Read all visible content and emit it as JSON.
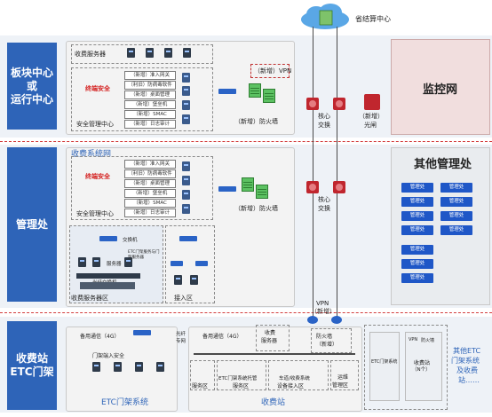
{
  "top": {
    "cloud_label": "省结算中心"
  },
  "rows": {
    "center": [
      "板块中心",
      "或",
      "运行中心"
    ],
    "admin": "管理处",
    "station": [
      "收费站",
      "ETC门架"
    ]
  },
  "center": {
    "server_label": "收费服务器",
    "terminal_security": "终端安全",
    "security_center": "安全管理中心",
    "items": [
      "（新增）准入网关",
      "（利旧）防病毒软件",
      "（新增）桌面管理",
      "（新增）堡垒机",
      "（新增）SMAC",
      "（新增）日志审计"
    ],
    "vpn": "（新增）VPN",
    "firewall": "（新增）防火墙",
    "core_switch": [
      "核心",
      "交换"
    ],
    "gate": [
      "（新增）",
      "光闸"
    ],
    "monitor_net": "监控网"
  },
  "admin": {
    "toll_net": "收费系统网",
    "terminal_security": "终端安全",
    "security_center": "安全管理中心",
    "items": [
      "（新增）准入网关",
      "（利旧）防病毒软件",
      "（新增）桌面管理",
      "（新增）堡垒机",
      "（新增）SMAC",
      "（新增）日志审计"
    ],
    "firewall": "（新增）防火墙",
    "core_switch": [
      "核心",
      "交换"
    ],
    "server_area": "收费服务器区",
    "access_area": "接入区",
    "server_tags": [
      "交换机",
      "服务器",
      "光纤交换机"
    ],
    "etc_tag": "ETC门架服务与门架服务器",
    "other_title": "其他管理处",
    "other_items": [
      "管理处",
      "管理处",
      "管理处",
      "管理处",
      "管理处",
      "管理处",
      "管理处",
      "管理处",
      "管理处",
      "管理处",
      "管理处"
    ]
  },
  "station": {
    "vpn": [
      "VPN",
      "（新增）"
    ],
    "comm_backup": "备用通信（4G）",
    "gate_security": "门架端入安全",
    "etc_area": "ETC门架系统",
    "fiber": [
      "光纤",
      "专网"
    ],
    "comm_backup2": "备用通信（4G）",
    "toll_server": [
      "收费",
      "服务器"
    ],
    "firewall": [
      "防火墙",
      "（新增）"
    ],
    "service_area": "服务区",
    "etc_service_area": [
      "ETC门架系统托管",
      "服务区"
    ],
    "device_access": [
      "车道/收费系统",
      "设备接入区"
    ],
    "ops_area": [
      "运维",
      "管理区"
    ],
    "station_label": "收费站",
    "etc_system": "ETC门架系统",
    "station_box": [
      "收费站",
      "（N个）"
    ],
    "vpn_fw": [
      "VPN",
      "防火墙"
    ],
    "others": [
      "其他ETC",
      "门架系统",
      "及收费",
      "站……"
    ]
  }
}
